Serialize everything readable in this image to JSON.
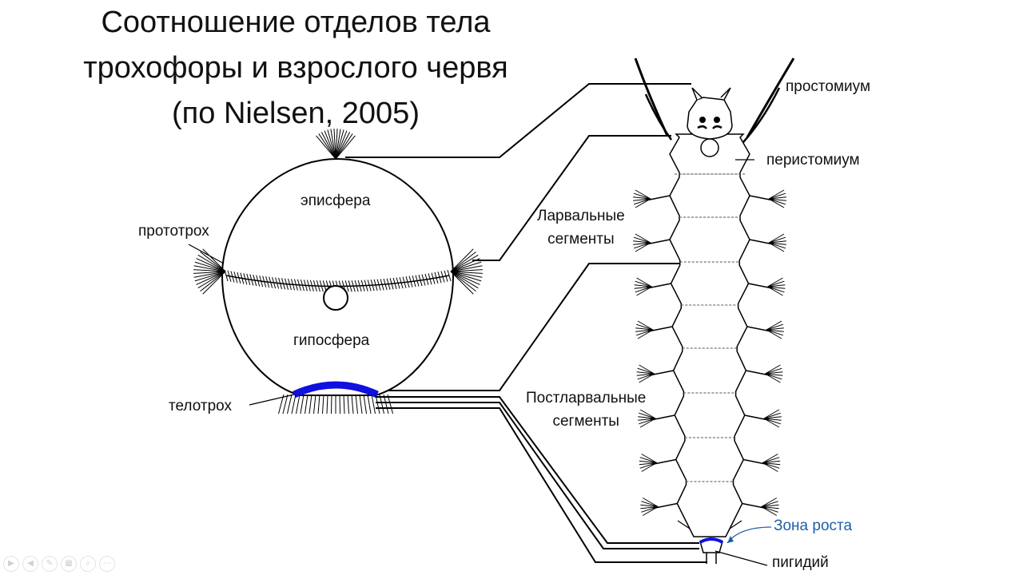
{
  "title": {
    "line1": "Соотношение отделов тела",
    "line2": "трохофоры и взрослого червя",
    "line3": "(по Nielsen, 2005)"
  },
  "labels": {
    "episphere": "эписфера",
    "prototroch": "прототрох",
    "hyposphere": "гипосфера",
    "telotroch": "телотрох",
    "prostomium": "простомиум",
    "peristomium": "перистомиум",
    "larval_line1": "Ларвальные",
    "larval_line2": "сегменты",
    "postlarval_line1": "Постларвальные",
    "postlarval_line2": "сегменты",
    "growth_zone": "Зона роста",
    "pygidium": "пигидий"
  },
  "colors": {
    "ciliary_band": "#1010e0",
    "growth_zone_text": "#1f5fa8"
  },
  "toolbar": {
    "icons": [
      "play-icon",
      "back-icon",
      "pen-icon",
      "slides-icon",
      "zoom-icon",
      "more-icon"
    ]
  }
}
